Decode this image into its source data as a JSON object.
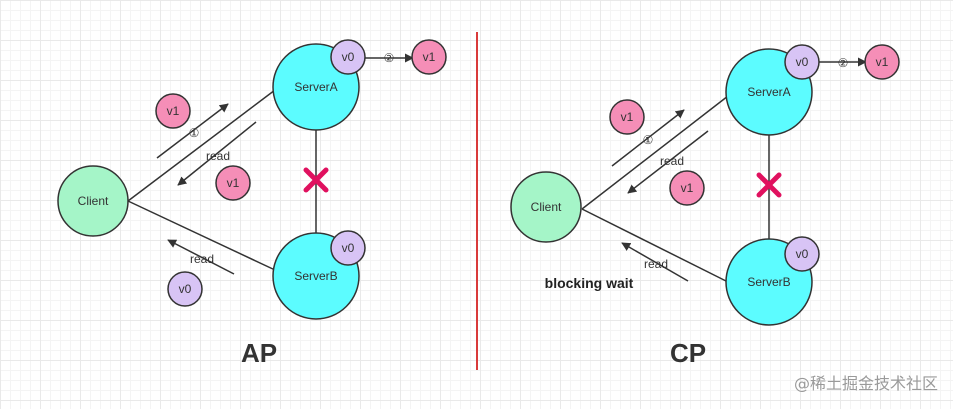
{
  "colors": {
    "server_fill": "#5CFCFF",
    "client_fill": "#A5F5C8",
    "v1_fill": "#F58EB7",
    "v0_fill": "#D8C4F5",
    "partition_mark": "#E0115F",
    "divider": "#D93A3A"
  },
  "panels": {
    "ap": {
      "title": "AP",
      "client": "Client",
      "server_a": "ServerA",
      "server_b": "ServerB",
      "server_a_version": "v0",
      "server_b_version": "v0",
      "replicated_version": "v1",
      "step_write": "①",
      "step_replicate": "②",
      "write_value": "v1",
      "read_a_label": "read",
      "read_a_value": "v1",
      "read_b_label": "read",
      "read_b_value": "v0"
    },
    "cp": {
      "title": "CP",
      "client": "Client",
      "server_a": "ServerA",
      "server_b": "ServerB",
      "server_a_version": "v0",
      "server_b_version": "v0",
      "replicated_version": "v1",
      "step_write": "①",
      "step_replicate": "②",
      "write_value": "v1",
      "read_a_label": "read",
      "read_a_value": "v1",
      "read_b_label": "read",
      "blocking_note": "blocking wait"
    }
  },
  "watermark": "@稀土掘金技术社区"
}
